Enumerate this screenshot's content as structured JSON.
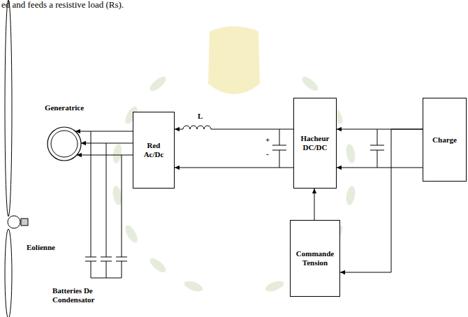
{
  "diagram": {
    "nodes": [
      {
        "text": [
          "Generatrice"
        ]
      },
      {
        "text": [
          "Red Ac/Dc"
        ]
      },
      {
        "text": [
          "Hacheur DC/DC"
        ]
      },
      {
        "text": [
          "Charge"
        ]
      },
      {
        "text": [
          "Commande Tension"
        ]
      }
    ],
    "edges": [
      {
        "from": 1,
        "to": 0,
        "arrow": "to"
      },
      {
        "from": 1,
        "to": 0,
        "arrow": "to"
      },
      {
        "from": 1,
        "to": 0,
        "arrow": "to"
      },
      {
        "from": 2,
        "to": 1,
        "arrow": "to"
      },
      {
        "from": 2,
        "to": 1,
        "arrow": "to"
      },
      {
        "from": 3,
        "to": 2,
        "arrow": "to"
      },
      {
        "from": 3,
        "to": 2,
        "arrow": "to"
      },
      {
        "from": 3,
        "to": 4,
        "arrow": "to"
      },
      {
        "from": 4,
        "to": 2,
        "arrow": "to"
      }
    ],
    "labels": [
      "ed and feeds a resistive load (Rs).",
      "L",
      "+",
      "-",
      "Eolienne",
      "Batteries De Condensator"
    ]
  }
}
